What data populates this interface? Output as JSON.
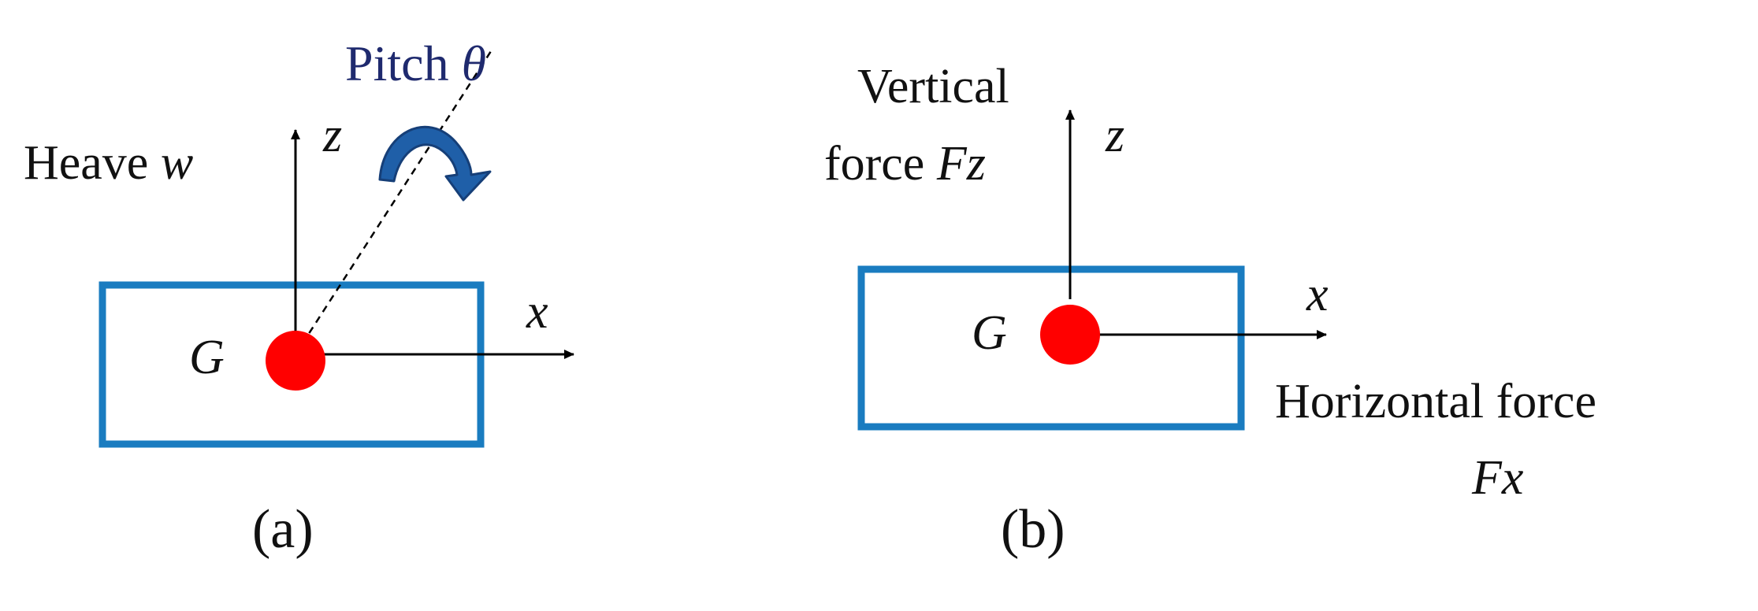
{
  "colors": {
    "box_stroke": "#1a7cc0",
    "cog_fill": "#ff0000",
    "pitch_arrow": "#1f5fa8",
    "pitch_text": "#1f2a6e",
    "axis": "#000000"
  },
  "panel_a": {
    "heave_label": "Heave ",
    "heave_symbol": "w",
    "z_axis": "z",
    "x_axis": "x",
    "cog_label": "G",
    "pitch_label": "Pitch ",
    "pitch_symbol": "θ",
    "pitch_icon": "curved-arrow-icon",
    "caption": "(a)"
  },
  "panel_b": {
    "vertical_line1": "Vertical",
    "vertical_line2": "force ",
    "vertical_symbol": "Fz",
    "z_axis": "z",
    "x_axis": "x",
    "cog_label": "G",
    "horizontal_line1": "Horizontal force",
    "horizontal_symbol": "Fx",
    "caption": "(b)"
  }
}
